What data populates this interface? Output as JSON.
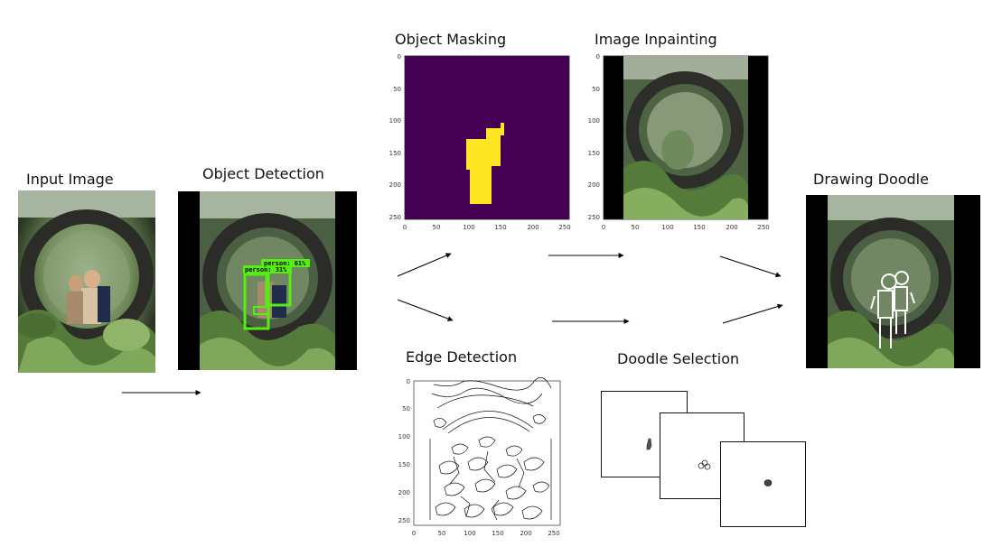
{
  "steps": {
    "input": "Input Image",
    "detection": "Object Detection",
    "masking": "Object Masking",
    "inpainting": "Image Inpainting",
    "edges": "Edge Detection",
    "doodle_selection": "Doodle Selection",
    "drawing": "Drawing Doodle"
  },
  "detections": [
    {
      "label": "person: 61%"
    },
    {
      "label": "person: 31%"
    }
  ],
  "axis_ticks": {
    "y": [
      "0",
      "50",
      "100",
      "150",
      "200",
      "250"
    ],
    "x": [
      "0",
      "50",
      "100",
      "150",
      "200",
      "250"
    ]
  },
  "colors": {
    "mask_background": "#440154",
    "mask_foreground": "#fde725",
    "detection_box": "#55ee11",
    "foliage_dark": "#23341e",
    "foliage_light": "#6f9a4c"
  }
}
